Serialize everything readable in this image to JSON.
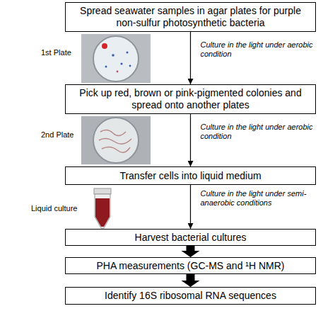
{
  "diagram": {
    "nodes": [
      {
        "text": [
          "Spread seawater samples in agar plates for purple non-sulfur photosynthetic bacteria"
        ]
      },
      {
        "text": [
          "Pick up red, brown or pink-pigmented colonies and spread onto another plates"
        ]
      },
      {
        "text": [
          "Transfer cells into liquid medium"
        ]
      },
      {
        "text": [
          "Harvest bacterial cultures"
        ]
      },
      {
        "text": [
          "PHA measurements (GC-MS and ¹H NMR)"
        ]
      },
      {
        "text": [
          "Identify 16S ribosomal RNA sequences"
        ]
      }
    ],
    "edges": [
      {
        "from": 0,
        "to": 1,
        "arrow": "to",
        "label": "Culture in the light under aerobic condition"
      },
      {
        "from": 1,
        "to": 2,
        "arrow": "to",
        "label": "Culture in the light under aerobic condition"
      },
      {
        "from": 2,
        "to": 3,
        "arrow": "to",
        "label": "Culture in the light under semi-anaerobic conditions"
      },
      {
        "from": 3,
        "to": 4,
        "arrow": "to"
      },
      {
        "from": 4,
        "to": 5,
        "arrow": "to"
      }
    ],
    "labels": [
      "1st Plate",
      "2nd Plate",
      "Liquid culture"
    ]
  }
}
